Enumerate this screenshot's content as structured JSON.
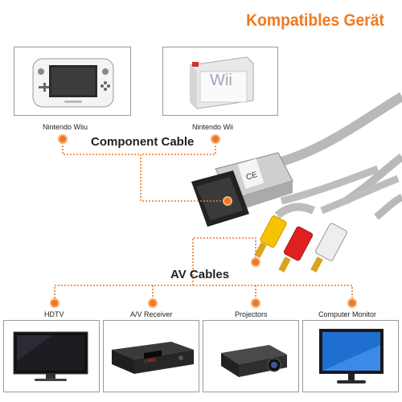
{
  "title": "Kompatibles Gerät",
  "top_devices": [
    {
      "label": "Nintendo Wiiu",
      "icon": "wiiu-gamepad-icon"
    },
    {
      "label": "Nintendo Wii",
      "icon": "wii-console-box-icon",
      "box_text": "Wii"
    }
  ],
  "component_heading": "Component Cable",
  "av_heading": "AV Cables",
  "bottom_devices": [
    {
      "label": "HDTV",
      "icon": "tv-icon"
    },
    {
      "label": "A/V Receiver",
      "icon": "receiver-icon",
      "display": "C001"
    },
    {
      "label": "Projectors",
      "icon": "projector-icon"
    },
    {
      "label": "Computer Monitor",
      "icon": "monitor-icon"
    }
  ],
  "colors": {
    "accent": "#f07820",
    "cable_gray": "#b9b9b9",
    "plug_yellow": "#f4c400",
    "plug_red": "#e02020",
    "plug_white": "#eeeeee"
  }
}
